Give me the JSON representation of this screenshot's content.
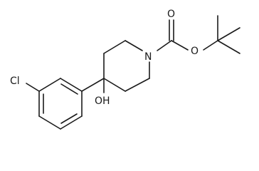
{
  "molecule": {
    "atoms": {
      "chlorine": "Cl",
      "hydroxyl": "OH",
      "ring_nitrogen": "N",
      "carbonyl_oxygen": "O",
      "ester_oxygen": "O"
    }
  }
}
